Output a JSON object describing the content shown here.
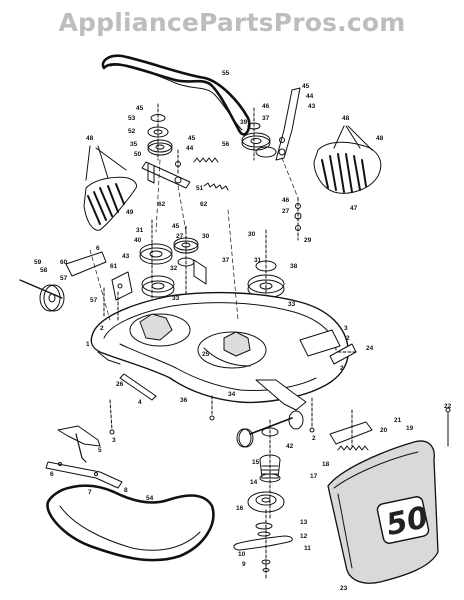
{
  "watermark": "AppliancePartsPros.com",
  "guard_number": "50",
  "callouts": [
    {
      "id": "p55",
      "label": "55"
    },
    {
      "id": "p45a",
      "label": "45"
    },
    {
      "id": "p53",
      "label": "53"
    },
    {
      "id": "p52",
      "label": "52"
    },
    {
      "id": "p35",
      "label": "35"
    },
    {
      "id": "p50",
      "label": "50"
    },
    {
      "id": "p45b",
      "label": "45"
    },
    {
      "id": "p44",
      "label": "44"
    },
    {
      "id": "p56",
      "label": "56"
    },
    {
      "id": "p46a",
      "label": "46"
    },
    {
      "id": "p39",
      "label": "39"
    },
    {
      "id": "p37",
      "label": "37"
    },
    {
      "id": "p45c",
      "label": "45"
    },
    {
      "id": "p44b",
      "label": "44"
    },
    {
      "id": "p43",
      "label": "43"
    },
    {
      "id": "p51",
      "label": "51"
    },
    {
      "id": "p48a",
      "label": "48"
    },
    {
      "id": "p49",
      "label": "49"
    },
    {
      "id": "p62a",
      "label": "62"
    },
    {
      "id": "p62b",
      "label": "62"
    },
    {
      "id": "p48b",
      "label": "48"
    },
    {
      "id": "p48c",
      "label": "48"
    },
    {
      "id": "p47",
      "label": "47"
    },
    {
      "id": "p31",
      "label": "31"
    },
    {
      "id": "p45d",
      "label": "45"
    },
    {
      "id": "p27a",
      "label": "27"
    },
    {
      "id": "p40",
      "label": "40"
    },
    {
      "id": "p30",
      "label": "30"
    },
    {
      "id": "p37b",
      "label": "37"
    },
    {
      "id": "p32",
      "label": "32"
    },
    {
      "id": "p33a",
      "label": "33"
    },
    {
      "id": "p46b",
      "label": "46"
    },
    {
      "id": "p27b",
      "label": "27"
    },
    {
      "id": "p29",
      "label": "29"
    },
    {
      "id": "p30b",
      "label": "30"
    },
    {
      "id": "p31b",
      "label": "31"
    },
    {
      "id": "p38",
      "label": "38"
    },
    {
      "id": "p33b",
      "label": "33"
    },
    {
      "id": "p59",
      "label": "59"
    },
    {
      "id": "p58",
      "label": "58"
    },
    {
      "id": "p60",
      "label": "60"
    },
    {
      "id": "p57a",
      "label": "57"
    },
    {
      "id": "p61",
      "label": "61"
    },
    {
      "id": "p43b",
      "label": "43"
    },
    {
      "id": "p57b",
      "label": "57"
    },
    {
      "id": "p6a",
      "label": "6"
    },
    {
      "id": "p2a",
      "label": "2"
    },
    {
      "id": "p1",
      "label": "1"
    },
    {
      "id": "p25",
      "label": "25"
    },
    {
      "id": "p26",
      "label": "26"
    },
    {
      "id": "p3a",
      "label": "3"
    },
    {
      "id": "p24",
      "label": "24"
    },
    {
      "id": "p2b",
      "label": "2"
    },
    {
      "id": "p2c",
      "label": "2"
    },
    {
      "id": "p34",
      "label": "34"
    },
    {
      "id": "p36",
      "label": "36"
    },
    {
      "id": "p4",
      "label": "4"
    },
    {
      "id": "p3b",
      "label": "3"
    },
    {
      "id": "p2d",
      "label": "2"
    },
    {
      "id": "p15",
      "label": "15"
    },
    {
      "id": "p42",
      "label": "42"
    },
    {
      "id": "p22",
      "label": "22"
    },
    {
      "id": "p21",
      "label": "21"
    },
    {
      "id": "p20",
      "label": "20"
    },
    {
      "id": "p19",
      "label": "19"
    },
    {
      "id": "p18",
      "label": "18"
    },
    {
      "id": "p14",
      "label": "14"
    },
    {
      "id": "p17",
      "label": "17"
    },
    {
      "id": "p16",
      "label": "16"
    },
    {
      "id": "p5",
      "label": "5"
    },
    {
      "id": "p6b",
      "label": "6"
    },
    {
      "id": "p7",
      "label": "7"
    },
    {
      "id": "p54",
      "label": "54"
    },
    {
      "id": "p8",
      "label": "8"
    },
    {
      "id": "p13",
      "label": "13"
    },
    {
      "id": "p12",
      "label": "12"
    },
    {
      "id": "p11",
      "label": "11"
    },
    {
      "id": "p10",
      "label": "10"
    },
    {
      "id": "p9",
      "label": "9"
    },
    {
      "id": "p23",
      "label": "23"
    }
  ]
}
